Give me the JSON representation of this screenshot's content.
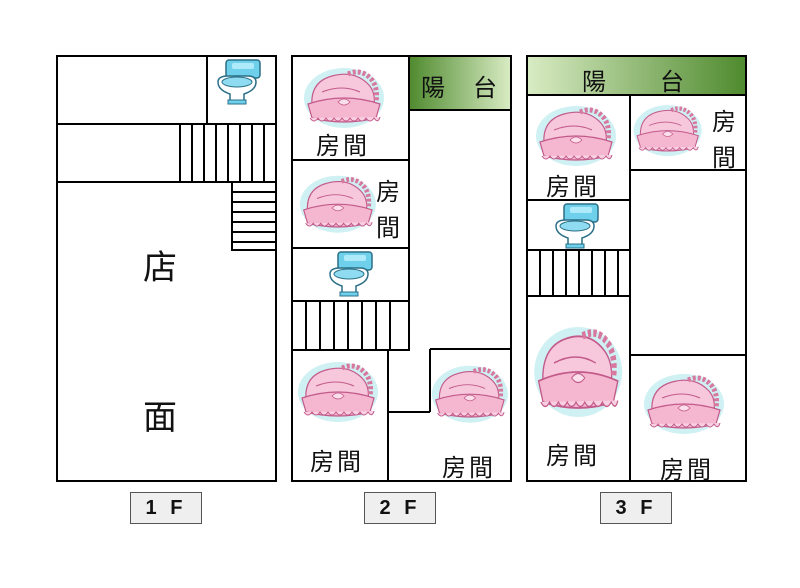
{
  "floors": [
    {
      "label": "1 F",
      "shop_top": "店",
      "shop_bottom": "面"
    },
    {
      "label": "2 F",
      "balcony": "陽　台",
      "rooms": [
        "房間",
        "房",
        "間",
        "房間",
        "房間"
      ]
    },
    {
      "label": "3 F",
      "balcony": "陽　　台",
      "rooms": [
        "房間",
        "房",
        "間",
        "房間",
        "房間"
      ]
    }
  ],
  "colors": {
    "balcony_fill": "#8fbf6a",
    "wall": "#000000",
    "label_bg": "#efefef"
  },
  "icons": [
    "toilet-icon",
    "cradle-icon",
    "stairs-icon"
  ]
}
